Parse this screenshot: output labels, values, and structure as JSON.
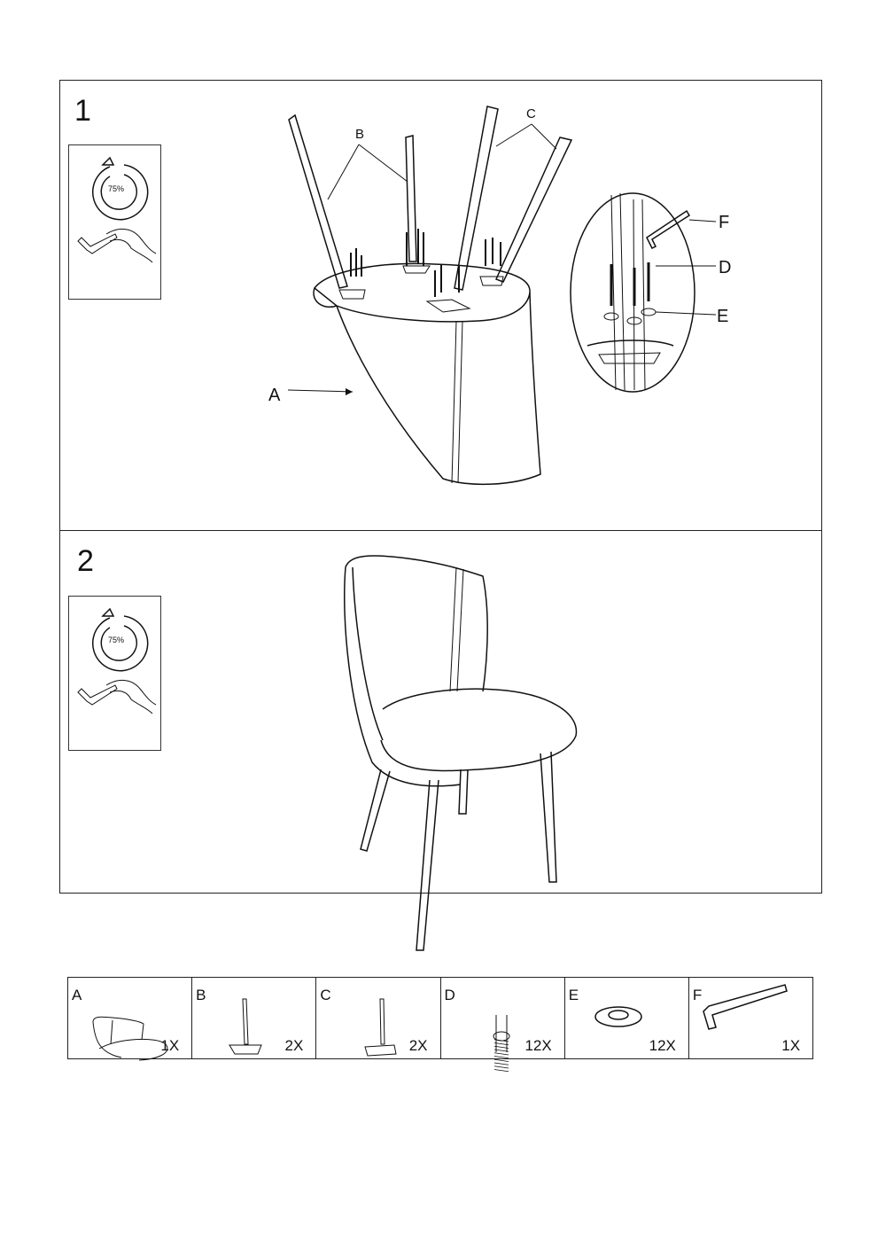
{
  "steps": [
    {
      "number": "1",
      "icon": {
        "torque_percent": "75%",
        "rotate_icon": "rotate-arrow-icon",
        "tool_icon": "hex-key-hand-icon"
      },
      "callouts": {
        "A": "A",
        "B": "B",
        "C": "C",
        "D": "D",
        "E": "E",
        "F": "F"
      }
    },
    {
      "number": "2",
      "icon": {
        "torque_percent": "75%",
        "rotate_icon": "rotate-arrow-icon",
        "tool_icon": "hex-key-hand-icon"
      }
    }
  ],
  "parts": [
    {
      "letter": "A",
      "qty": "1X",
      "icon": "chair-seat-icon"
    },
    {
      "letter": "B",
      "qty": "2X",
      "icon": "leg-icon"
    },
    {
      "letter": "C",
      "qty": "2X",
      "icon": "leg-icon"
    },
    {
      "letter": "D",
      "qty": "12X",
      "icon": "screw-icon"
    },
    {
      "letter": "E",
      "qty": "12X",
      "icon": "washer-icon"
    },
    {
      "letter": "F",
      "qty": "1X",
      "icon": "hex-key-icon"
    }
  ]
}
